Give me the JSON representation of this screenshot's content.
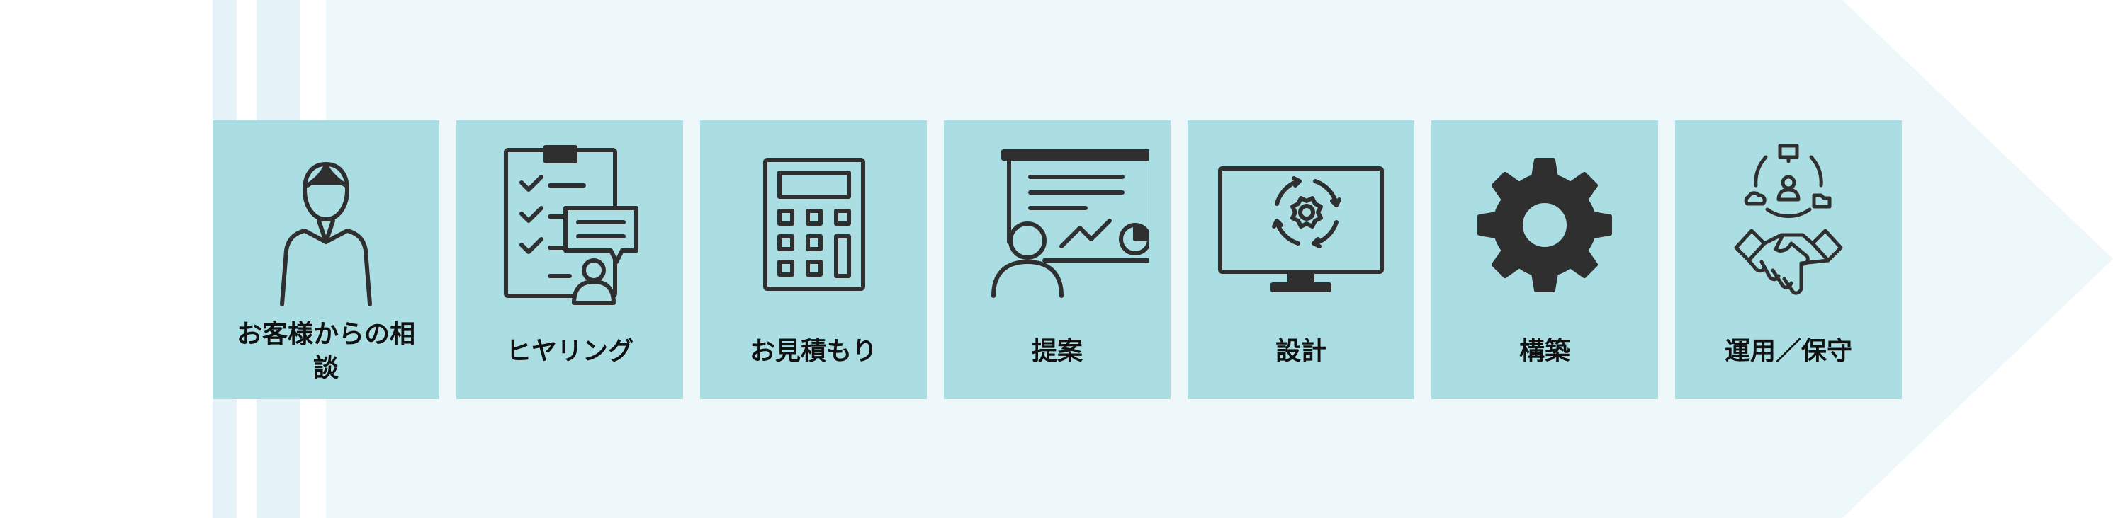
{
  "colors": {
    "arrow_fill": "#eef7fa",
    "stripe_fill": "#e2f1f6",
    "card_fill": "#aadee3",
    "icon_stroke": "#2f2f2f",
    "label_text": "#111111"
  },
  "steps": [
    {
      "label": "お客様からの相談",
      "icon": "consultation-person-icon"
    },
    {
      "label": "ヒヤリング",
      "icon": "hearing-clipboard-icon"
    },
    {
      "label": "お見積もり",
      "icon": "calculator-icon"
    },
    {
      "label": "提案",
      "icon": "presentation-board-icon"
    },
    {
      "label": "設計",
      "icon": "design-monitor-gear-icon"
    },
    {
      "label": "構築",
      "icon": "gear-icon"
    },
    {
      "label": "運用／保守",
      "icon": "handshake-network-icon"
    }
  ]
}
